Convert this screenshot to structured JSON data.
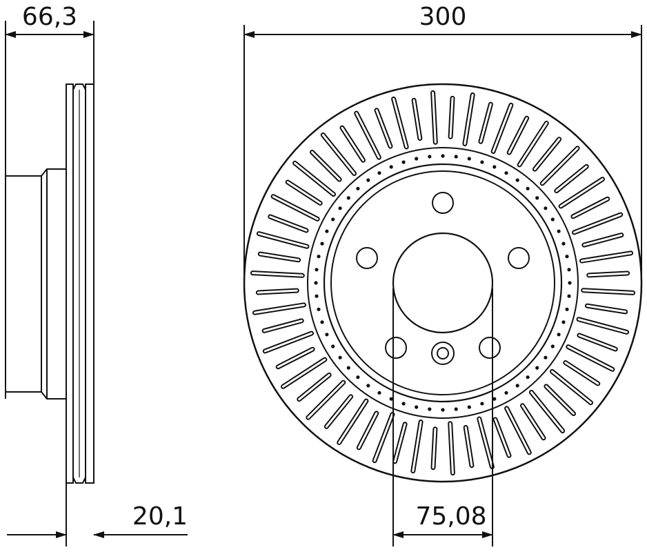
{
  "dimensions": {
    "hub_height": "66,3",
    "outer_diameter": "300",
    "thickness": "20,1",
    "center_bore": "75,08"
  },
  "disc": {
    "vent_slot_count": 60,
    "inner_vent_dot_count": 60,
    "bolt_hole_count": 5
  },
  "colors": {
    "line": "#111111",
    "background": "#ffffff"
  }
}
